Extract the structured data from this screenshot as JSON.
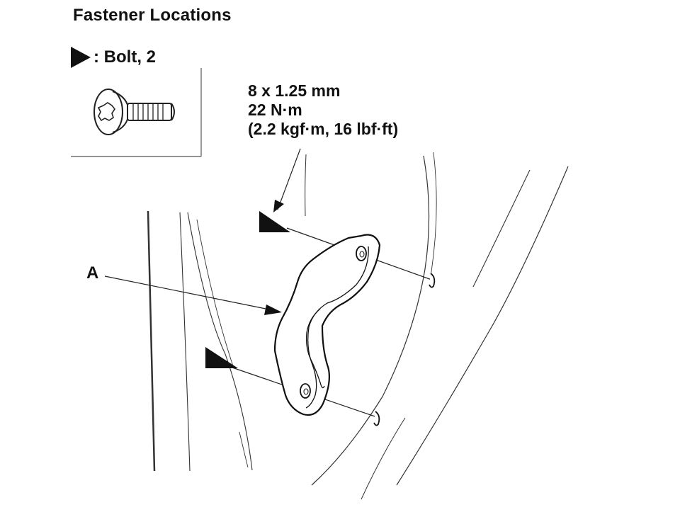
{
  "title": "Fastener Locations",
  "legend": {
    "label": ": Bolt, 2"
  },
  "spec": {
    "size": "8 x 1.25 mm",
    "torque_nm": "22 N·m",
    "torque_alt": "(2.2 kgf·m, 16 lbf·ft)"
  },
  "callouts": {
    "a": "A"
  },
  "colors": {
    "ink": "#111111",
    "line": "#555555"
  },
  "icons": [
    "bolt-marker-icon",
    "torx-bolt-icon"
  ]
}
